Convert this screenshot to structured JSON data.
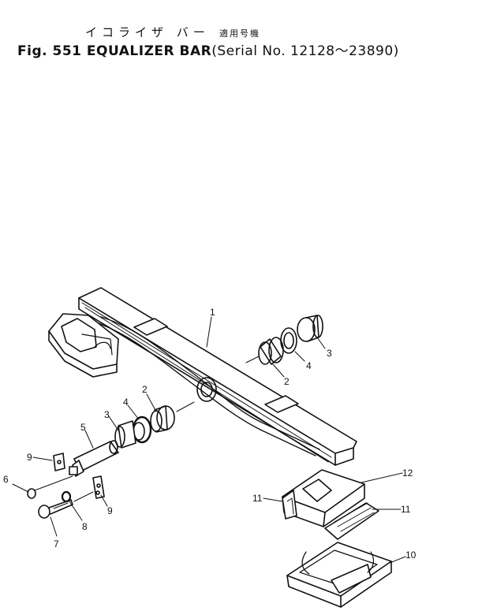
{
  "title": {
    "jp": "イコライザ バー",
    "jp_sub": "適用号機",
    "fig": "Fig. 551",
    "name": "EQUALIZER BAR",
    "serial": "Serial No. 12128～23890"
  },
  "callouts": [
    {
      "id": "c1",
      "text": "1"
    },
    {
      "id": "c2a",
      "text": "2"
    },
    {
      "id": "c2b",
      "text": "2"
    },
    {
      "id": "c3a",
      "text": "3"
    },
    {
      "id": "c3b",
      "text": "3"
    },
    {
      "id": "c4a",
      "text": "4"
    },
    {
      "id": "c4b",
      "text": "4"
    },
    {
      "id": "c5",
      "text": "5"
    },
    {
      "id": "c6",
      "text": "6"
    },
    {
      "id": "c7",
      "text": "7"
    },
    {
      "id": "c8",
      "text": "8"
    },
    {
      "id": "c9a",
      "text": "9"
    },
    {
      "id": "c9b",
      "text": "9"
    },
    {
      "id": "c10",
      "text": "10"
    },
    {
      "id": "c11a",
      "text": "11"
    },
    {
      "id": "c11b",
      "text": "11"
    },
    {
      "id": "c12",
      "text": "12"
    }
  ]
}
